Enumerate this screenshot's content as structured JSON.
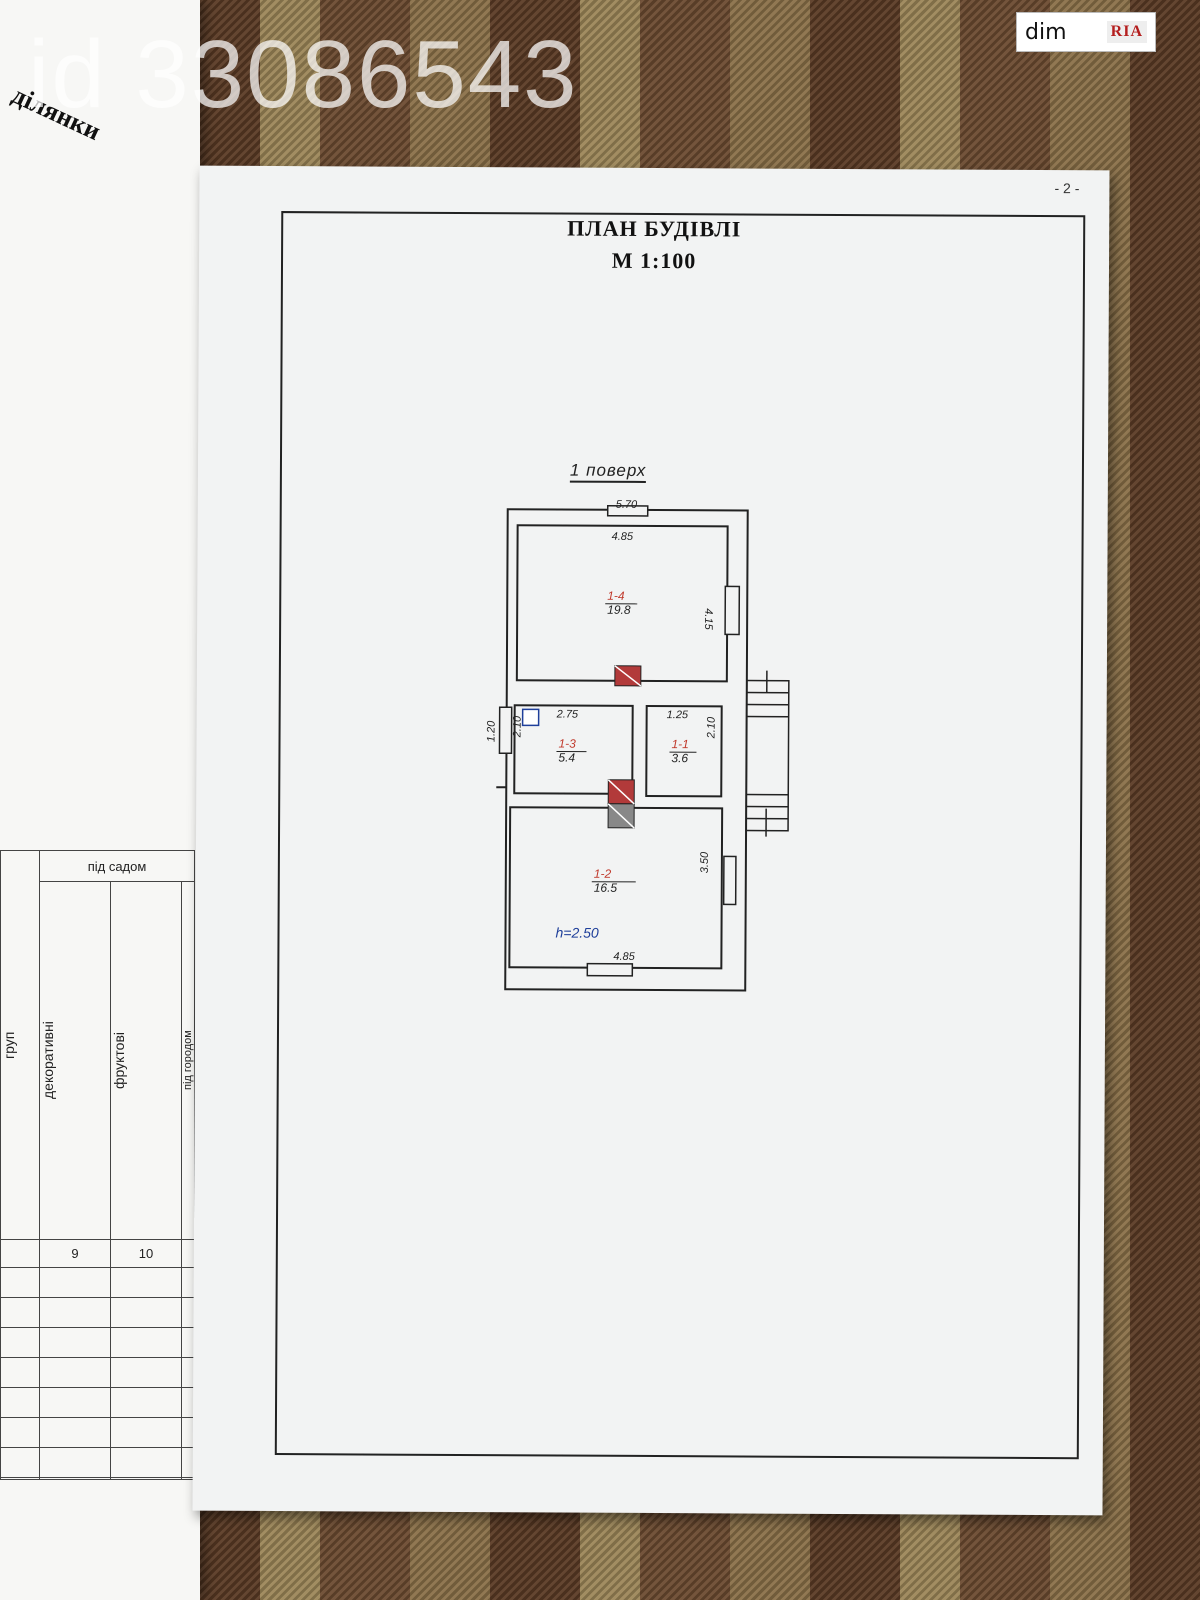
{
  "watermark": {
    "id_text": "id 33086543"
  },
  "brand": {
    "dim": "dim",
    "ria": "RIA"
  },
  "left_page": {
    "heading": "ділянки",
    "table": {
      "group_header": "під садом",
      "columns": [
        "груп",
        "декоративні",
        "фруктові",
        "під городом"
      ],
      "column_numbers": [
        "9",
        "10"
      ]
    }
  },
  "plan": {
    "page_number": "- 2 -",
    "title": "ПЛАН БУДІВЛІ",
    "scale": "М 1:100",
    "floor": "1 поверх",
    "dimensions": {
      "overall_width": "5.70",
      "room4_width": "4.85",
      "room4_depth": "4.15",
      "room3_width": "2.75",
      "room3_depth": "2.10",
      "room1_width": "1.25",
      "room1_depth": "2.10",
      "side": "1.20",
      "room2_depth": "3.50",
      "room2_width": "4.85"
    },
    "rooms": [
      {
        "num": "1-4",
        "area": "19.8"
      },
      {
        "num": "1-3",
        "area": "5.4"
      },
      {
        "num": "1-1",
        "area": "3.6"
      },
      {
        "num": "1-2",
        "area": "16.5"
      }
    ],
    "height_label": "h=2.50"
  }
}
